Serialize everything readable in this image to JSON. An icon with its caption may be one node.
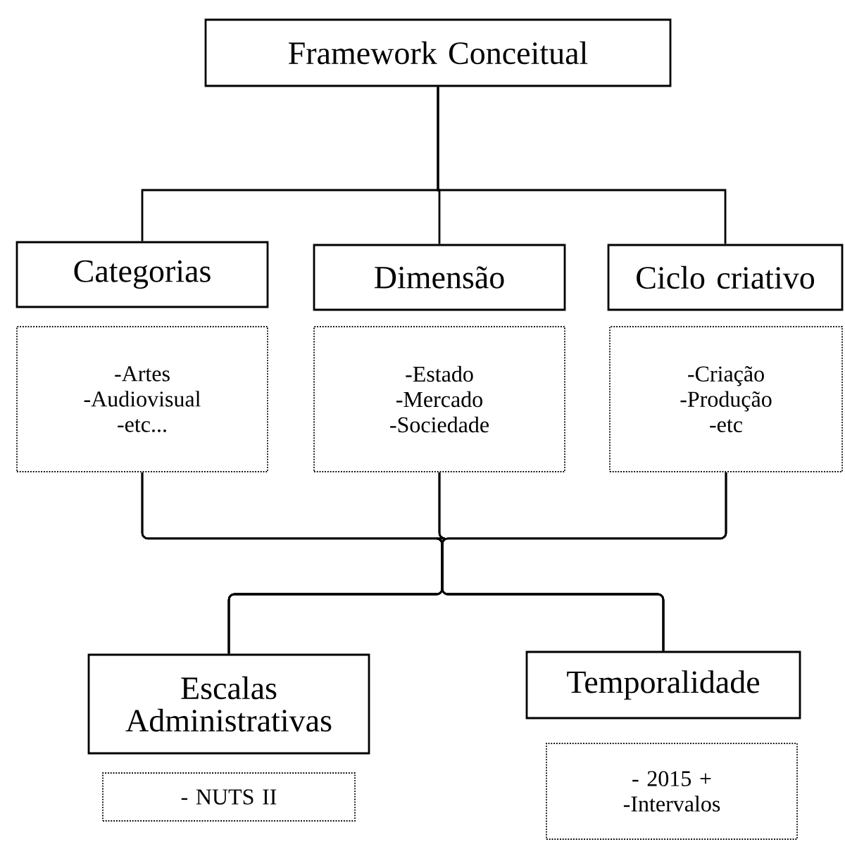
{
  "diagram": {
    "nodes": [
      {
        "text": [
          "Framework Conceitual"
        ]
      },
      {
        "text": [
          "Categorias"
        ]
      },
      {
        "text": [
          "Dimensão"
        ]
      },
      {
        "text": [
          "Ciclo criativo"
        ]
      },
      {
        "text": [
          "-Artes",
          "-Audiovisual",
          "-etc..."
        ]
      },
      {
        "text": [
          "-Estado",
          "-Mercado",
          "-Sociedade"
        ]
      },
      {
        "text": [
          "-Criação",
          "-Produção",
          "-etc"
        ]
      },
      {
        "text": [
          "Escalas Administrativas"
        ]
      },
      {
        "text": [
          "Temporalidade"
        ]
      },
      {
        "text": [
          "- NUTS II"
        ]
      },
      {
        "text": [
          "- 2015 +",
          "-Intervalos"
        ]
      }
    ],
    "edges": [
      {
        "from": 0,
        "to": 1,
        "arrow": "none"
      },
      {
        "from": 0,
        "to": 2,
        "arrow": "none"
      },
      {
        "from": 0,
        "to": 3,
        "arrow": "none"
      },
      {
        "from": 4,
        "to": 7,
        "arrow": "none"
      },
      {
        "from": 4,
        "to": 8,
        "arrow": "none"
      },
      {
        "from": 5,
        "to": 7,
        "arrow": "none"
      },
      {
        "from": 5,
        "to": 8,
        "arrow": "none"
      },
      {
        "from": 6,
        "to": 7,
        "arrow": "none"
      },
      {
        "from": 6,
        "to": 8,
        "arrow": "none"
      }
    ]
  }
}
